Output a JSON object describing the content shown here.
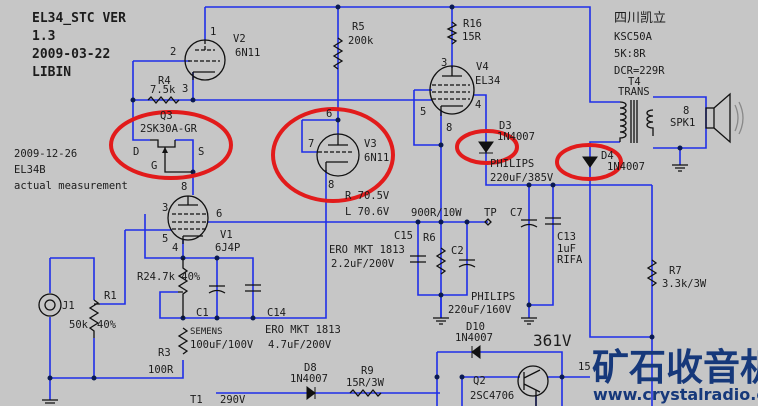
{
  "title": {
    "line1": "EL34_STC VER",
    "line2": "1.3",
    "line3": "2009-03-22",
    "line4": "LIBIN"
  },
  "note": {
    "line1": "2009-12-26",
    "line2": "EL34B",
    "line3": "actual measurement"
  },
  "v2": {
    "name": "V2",
    "type": "6N11",
    "pin1": "1",
    "pin2": "2",
    "pin3": "3"
  },
  "r5": {
    "name": "R5",
    "value": "200k"
  },
  "r4": {
    "name": "R4",
    "value": "7.5k"
  },
  "q3": {
    "name": "Q3",
    "type": "2SK30A-GR",
    "d": "D",
    "g": "G",
    "s": "S",
    "pin8": "8"
  },
  "v3": {
    "name": "V3",
    "type": "6N11",
    "pin6": "6",
    "pin7": "7",
    "pin8": "8"
  },
  "measure": {
    "r": "R 70.5V",
    "l": "L 70.6V"
  },
  "r16": {
    "name": "R16",
    "value": "15R"
  },
  "v4": {
    "name": "V4",
    "type": "EL34",
    "pin3": "3",
    "pin4": "4",
    "pin5": "5",
    "pin8": "8"
  },
  "d3": {
    "name": "D3",
    "type": "1N4007"
  },
  "c_main": {
    "brand": "PHILIPS",
    "value": "220uF/385V"
  },
  "d4": {
    "name": "D4",
    "type": "1N4007"
  },
  "t4": {
    "maker": "四川凯立",
    "model": "KSC50A",
    "ratio": "5K:8R",
    "dcr": "DCR=229R",
    "name": "T4",
    "type": "TRANS"
  },
  "spk": {
    "imp": "8",
    "name": "SPK1"
  },
  "v1": {
    "name": "V1",
    "type": "6J4P",
    "pin3": "3",
    "pin4": "4",
    "pin5": "5",
    "pin6": "6"
  },
  "r6": {
    "name": "R6",
    "value": "900R/10W"
  },
  "tp": {
    "label": "TP"
  },
  "c15": {
    "name": "C15",
    "brand": "ERO MKT 1813",
    "value": "2.2uF/200V"
  },
  "c2": {
    "name": "C2",
    "brand": "PHILIPS",
    "value": "220uF/160V"
  },
  "c7": {
    "name": "C7"
  },
  "c13": {
    "name": "C13",
    "value": "1uF",
    "brand": "RIFA"
  },
  "r7": {
    "name": "R7",
    "value": "3.3k/3W"
  },
  "j1": {
    "name": "J1"
  },
  "r1": {
    "name": "R1",
    "value": "50k",
    "pct": "40%"
  },
  "r2": {
    "label": "R24.7k 40%"
  },
  "c1": {
    "name": "C1",
    "brand": "SEMENS",
    "value": "100uF/100V"
  },
  "c14": {
    "name": "C14",
    "brand": "ERO MKT 1813",
    "value": "4.7uF/200V"
  },
  "r3": {
    "name": "R3",
    "value": "100R"
  },
  "d8": {
    "name": "D8",
    "type": "1N4007"
  },
  "r9": {
    "name": "R9",
    "value": "15R/3W"
  },
  "t1": {
    "name": "T1",
    "voltage": "290V"
  },
  "d10": {
    "name": "D10",
    "type": "1N4007"
  },
  "supply": {
    "voltage": "361V",
    "partial": "15"
  },
  "q2": {
    "name": "Q2",
    "type": "2SC4706"
  },
  "watermark": {
    "cn": "矿石收音机",
    "url": "www.crystalradio.cn"
  }
}
